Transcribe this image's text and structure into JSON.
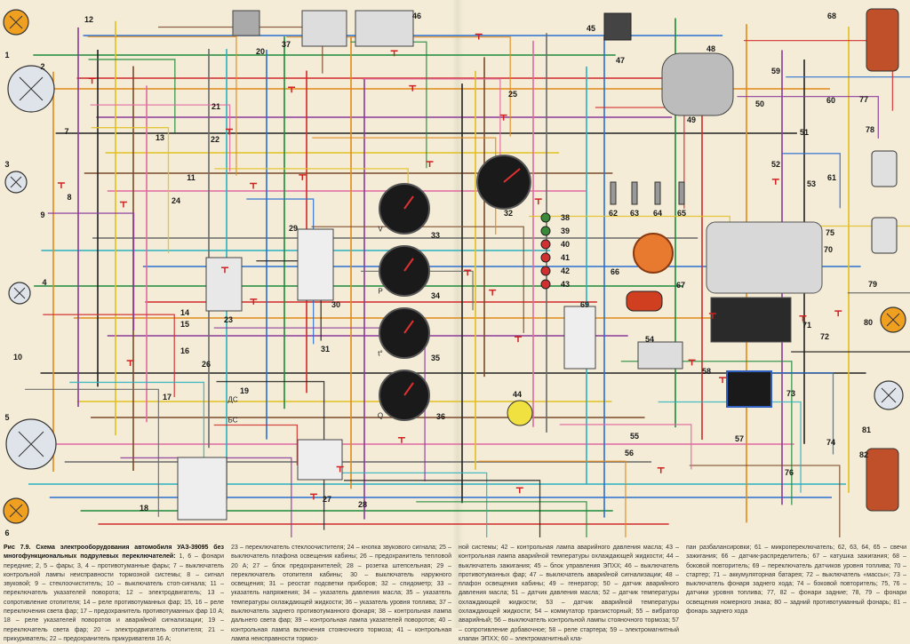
{
  "figure": {
    "title": "Рис 7.9. Схема электрооборудования автомобиля УАЗ-39095 без многофункциональных подрулевых переключателей:",
    "legend_columns": [
      "1, 6 – фонари передние; 2, 5 – фары; 3, 4 – противотуманные фары; 7 – выключатель контрольной лампы неисправности тормозной системы; 8 – сигнал звуковой; 9 – стеклоочиститель; 10 – выключатель стоп-сигнала; 11 – переключатель указателей поворота; 12 – электродвигатель; 13 – сопротивление отопителя; 14 – реле противотуманных фар; 15, 16 – реле переключения света фар; 17 – предохранитель противотуманных фар 10 А; 18 – реле указателей поворотов и аварийной сигнализации; 19 – переключатель света фар; 20 – электродвигатель отопителя; 21 – прикуриватель; 22 – предохранитель прикуривателя 16 А;",
      "23 – переключатель стеклоочистителя; 24 – кнопка звукового сигнала; 25 – выключатель плафона освещения кабины; 26 – предохранитель тепловой 20 А; 27 – блок предохранителей; 28 – розетка штепсельная; 29 – переключатель отопителя кабины; 30 – выключатель наружного освещения; 31 – реостат подсветки приборов; 32 – спидометр; 33 – указатель напряжения; 34 – указатель давления масла; 35 – указатель температуры охлаждающей жидкости; 36 – указатель уровня топлива; 37 – выключатель заднего противотуманного фонаря; 38 – контрольная лампа дальнего света фар; 39 – контрольная лампа указателей поворотов; 40 – контрольная лампа включения стояночного тормоза; 41 – контрольная лампа неисправности тормоз-",
      "ной системы; 42 – контрольная лампа аварийного давления масла; 43 – контрольная лампа аварийной температуры охлаждающей жидкости; 44 – выключатель зажигания; 45 – блок управления ЭПХХ; 46 – выключатель противотуманных фар; 47 – выключатель аварийной сигнализации; 48 – плафон освещения кабины; 49 – генератор; 50 – датчик аварийного давления масла; 51 – датчик давления масла; 52 – датчик температуры охлаждающей жидкости; 53 – датчик аварийной температуры охлаждающей жидкости; 54 – коммутатор транзисторный; 55 – вибратор аварийный; 56 – выключатель контрольной лампы стояночного тормоза; 57 – сопротивление добавочное; 58 – реле стартера; 59 – электромагнитный клапан ЭПХХ; 60 – электромагнитный кла-",
      "пан разбалансировки; 61 – микропереключатель; 62, 63, 64, 65 – свечи зажигания; 66 – датчик-распределитель; 67 – катушка зажигания; 68 – боковой повторитель; 69 – переключатель датчиков уровня топлива; 70 – стартер; 71 – аккумуляторная батарея; 72 – выключатель «массы»; 73 – выключатель фонаря заднего хода; 74 – боковой повторитель; 75, 76 – датчики уровня топлива; 77, 82 – фонари задние; 78, 79 – фонари освещения номерного знака; 80 – задний противотуманный фонарь; 81 – фонарь заднего хода"
    ],
    "component_numbers": [
      "1",
      "2",
      "3",
      "4",
      "5",
      "6",
      "7",
      "8",
      "9",
      "10",
      "11",
      "12",
      "13",
      "14",
      "15",
      "16",
      "17",
      "18",
      "19",
      "20",
      "21",
      "22",
      "23",
      "24",
      "25",
      "26",
      "27",
      "28",
      "29",
      "30",
      "31",
      "32",
      "33",
      "34",
      "35",
      "36",
      "37",
      "38",
      "39",
      "40",
      "41",
      "42",
      "43",
      "44",
      "45",
      "46",
      "47",
      "48",
      "49",
      "50",
      "51",
      "52",
      "53",
      "54",
      "55",
      "56",
      "57",
      "58",
      "59",
      "60",
      "61",
      "62",
      "63",
      "64",
      "65",
      "66",
      "67",
      "68",
      "69",
      "70",
      "71",
      "72",
      "73",
      "74",
      "75",
      "76",
      "77",
      "78",
      "79",
      "80",
      "81",
      "82"
    ],
    "terminal_marks": [
      "ДС",
      "БС",
      "V",
      "P",
      "t°",
      "Q"
    ],
    "wire_colors": [
      "#2a6fd1",
      "#1d8a3a",
      "#d12a2a",
      "#e08a1a",
      "#8a3a9a",
      "#222222",
      "#e0c020",
      "#7a4a2a",
      "#e06aa0",
      "#6a6a6a",
      "#2ab0c0"
    ],
    "accent_colors": {
      "lamp_orange": "#f0a020",
      "gauge_black": "#1a1a1a",
      "paper": "#f4ecd6",
      "ground_red": "#d02020"
    }
  }
}
